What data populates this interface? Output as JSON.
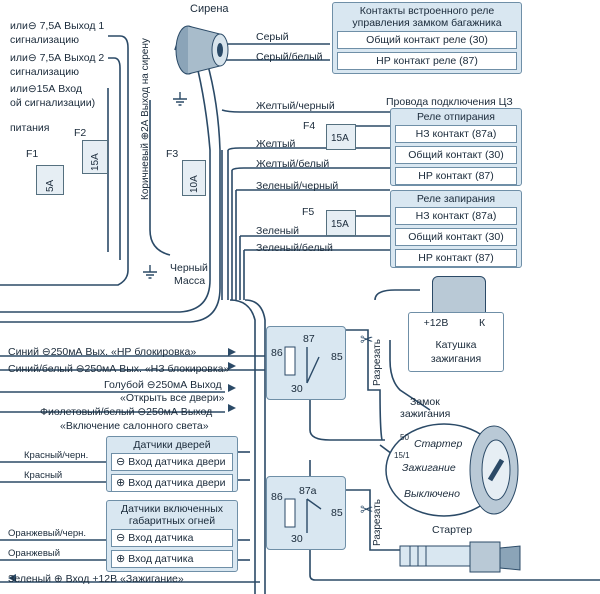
{
  "siren": {
    "label": "Сирена"
  },
  "left_outputs": {
    "out1": "или⊖ 7,5А Выход 1",
    "out1_sub": "сигнализацию",
    "out2": "или⊖ 7,5А Выход 2",
    "out2_sub": "сигнализацию",
    "out3": "или⊖15А Вход",
    "out3_sub": "ой сигнализации)",
    "power": "питания"
  },
  "fuses": {
    "f1": {
      "name": "F1",
      "rating": "5A"
    },
    "f2": {
      "name": "F2",
      "rating": "15A"
    },
    "f3": {
      "name": "F3",
      "rating": "10A"
    },
    "f4": {
      "name": "F4",
      "rating": "15A"
    },
    "f5": {
      "name": "F5",
      "rating": "15A"
    }
  },
  "siren_output": "Коричневый ⊕2А Выход на сирену",
  "wires": {
    "gray": "Серый",
    "gray_white": "Серый/белый",
    "yellow_black": "Желтый/черный",
    "yellow": "Желтый",
    "yellow_white": "Желтый/белый",
    "green_black": "Зеленый/черный",
    "green": "Зеленый",
    "green_white": "Зеленый/белый",
    "black": "Черный",
    "ground": "Масса"
  },
  "trunk_relay": {
    "title": "Контакты встроенного реле управления замком багажника",
    "rows": [
      "Общий контакт реле (30)",
      "НР контакт реле (87)"
    ]
  },
  "cl_title": "Провода подключения ЦЗ",
  "unlock_relay": {
    "title": "Реле отпирания",
    "rows": [
      "НЗ контакт (87а)",
      "Общий контакт (30)",
      "НР контакт (87)"
    ]
  },
  "lock_relay": {
    "title": "Реле запирания",
    "rows": [
      "НЗ контакт (87а)",
      "Общий контакт (30)",
      "НР контакт (87)"
    ]
  },
  "block_outputs": {
    "blue": "Синий ⊖250мА Вых. «НР блокировка»",
    "blue_white": "Синий/белый ⊖250мА Вых. «НЗ блокировка»",
    "light_blue": "Голубой ⊖250мА Выход",
    "light_blue_sub": "«Открыть все двери»",
    "violet": "Фиолетовый/белый ⊖250мА Выход",
    "violet_sub": "«Включение салонного света»"
  },
  "door_sensors": {
    "title": "Датчики дверей",
    "rows": [
      {
        "sign": "⊖",
        "text": "Вход датчика двери"
      },
      {
        "sign": "⊕",
        "text": "Вход датчика двери"
      }
    ],
    "wire1": "Красный/черн.",
    "wire2": "Красный"
  },
  "light_sensors": {
    "title": "Датчики включенных габаритных огней",
    "rows": [
      {
        "sign": "⊖",
        "text": "Вход датчика"
      },
      {
        "sign": "⊕",
        "text": "Вход датчика"
      }
    ],
    "wire1": "Оранжевый/черн.",
    "wire2": "Оранжевый"
  },
  "ignition_input": "Зеленый ⊕ Вход +12В «Зажигание»",
  "relay1": {
    "p86": "86",
    "p87": "87",
    "p85": "85",
    "p30": "30"
  },
  "relay2": {
    "p86": "86",
    "p87": "87а",
    "p85": "85",
    "p30": "30"
  },
  "cut": "Разрезать",
  "coil": {
    "plus": "+12В",
    "k": "К",
    "label1": "Катушка",
    "label2": "зажигания"
  },
  "lock": {
    "title1": "Замок",
    "title2": "зажигания",
    "pin50": "50",
    "pin151": "15/1",
    "starter": "Стартер",
    "ignition": "Зажигание",
    "off": "Выключено"
  },
  "starter_label": "Стартер"
}
